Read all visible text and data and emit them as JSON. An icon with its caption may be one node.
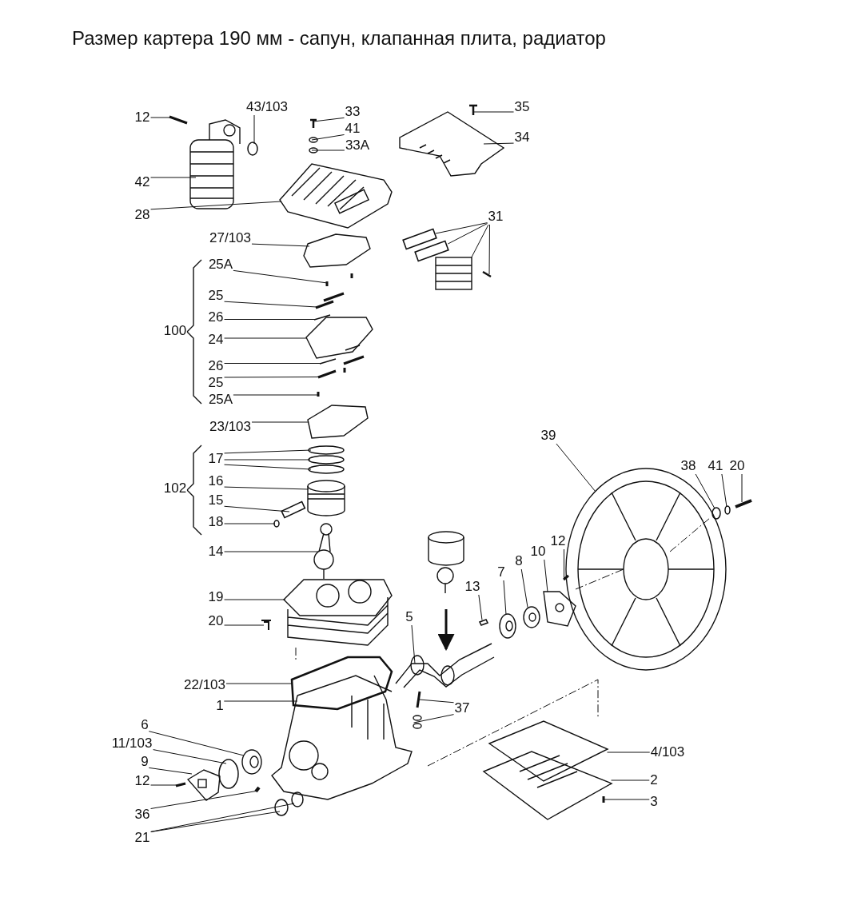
{
  "diagram": {
    "title": "Размер картера 190 мм - сапун, клапанная плита, радиатор",
    "nodes": [
      {
        "text": [
          "12"
        ]
      },
      {
        "text": [
          "43/103"
        ]
      },
      {
        "text": [
          "33"
        ]
      },
      {
        "text": [
          "41"
        ]
      },
      {
        "text": [
          "33A"
        ]
      },
      {
        "text": [
          "35"
        ]
      },
      {
        "text": [
          "34"
        ]
      },
      {
        "text": [
          "42"
        ]
      },
      {
        "text": [
          "28"
        ]
      },
      {
        "text": [
          "27/103"
        ]
      },
      {
        "text": [
          "31"
        ]
      },
      {
        "text": [
          "25A"
        ]
      },
      {
        "text": [
          "25"
        ]
      },
      {
        "text": [
          "26"
        ]
      },
      {
        "text": [
          "24"
        ]
      },
      {
        "text": [
          "26"
        ]
      },
      {
        "text": [
          "25"
        ]
      },
      {
        "text": [
          "25A"
        ]
      },
      {
        "text": [
          "23/103"
        ]
      },
      {
        "text": [
          "17"
        ]
      },
      {
        "text": [
          "16"
        ]
      },
      {
        "text": [
          "15"
        ]
      },
      {
        "text": [
          "18"
        ]
      },
      {
        "text": [
          "14"
        ]
      },
      {
        "text": [
          "19"
        ]
      },
      {
        "text": [
          "20"
        ]
      },
      {
        "text": [
          "22/103"
        ]
      },
      {
        "text": [
          "1"
        ]
      },
      {
        "text": [
          "6"
        ]
      },
      {
        "text": [
          "11/103"
        ]
      },
      {
        "text": [
          "9"
        ]
      },
      {
        "text": [
          "12"
        ]
      },
      {
        "text": [
          "36"
        ]
      },
      {
        "text": [
          "21"
        ]
      },
      {
        "text": [
          "5"
        ]
      },
      {
        "text": [
          "13"
        ]
      },
      {
        "text": [
          "7"
        ]
      },
      {
        "text": [
          "8"
        ]
      },
      {
        "text": [
          "10"
        ]
      },
      {
        "text": [
          "12"
        ]
      },
      {
        "text": [
          "39"
        ]
      },
      {
        "text": [
          "38"
        ]
      },
      {
        "text": [
          "41"
        ]
      },
      {
        "text": [
          "20"
        ]
      },
      {
        "text": [
          "37"
        ]
      },
      {
        "text": [
          "4/103"
        ]
      },
      {
        "text": [
          "2"
        ]
      },
      {
        "text": [
          "3"
        ]
      },
      {
        "text": [],
        "shape": "picture"
      },
      {
        "text": [],
        "shape": "picture"
      },
      {
        "text": [],
        "shape": "circle"
      },
      {
        "text": [],
        "shape": "picture"
      },
      {
        "text": [],
        "shape": "circle"
      },
      {
        "text": [],
        "shape": "circle"
      },
      {
        "text": [],
        "shape": "picture"
      },
      {
        "text": [],
        "shape": "picture"
      },
      {
        "text": [],
        "shape": "picture"
      },
      {
        "text": [],
        "shape": "box"
      },
      {
        "text": [],
        "shape": "box"
      },
      {
        "text": [],
        "shape": "picture"
      },
      {
        "text": [],
        "shape": "picture"
      },
      {
        "text": [],
        "shape": "picture"
      },
      {
        "text": [],
        "shape": "picture"
      },
      {
        "text": [],
        "shape": "picture"
      },
      {
        "text": [],
        "shape": "picture"
      },
      {
        "text": [],
        "shape": "picture"
      },
      {
        "text": [],
        "shape": "picture"
      },
      {
        "text": [],
        "shape": "picture"
      },
      {
        "text": [],
        "shape": "picture"
      },
      {
        "text": [],
        "shape": "picture"
      },
      {
        "text": [],
        "shape": "circle"
      },
      {
        "text": [],
        "shape": "circle"
      },
      {
        "text": [],
        "shape": "circle"
      },
      {
        "text": [],
        "shape": "picture"
      },
      {
        "text": [],
        "shape": "box"
      },
      {
        "text": [],
        "shape": "circle"
      },
      {
        "text": [],
        "shape": "picture"
      },
      {
        "text": [],
        "shape": "picture"
      },
      {
        "text": [],
        "shape": "picture"
      },
      {
        "text": [],
        "shape": "picture"
      },
      {
        "text": [],
        "shape": "picture"
      },
      {
        "text": [],
        "shape": "picture"
      },
      {
        "text": [],
        "shape": "circle"
      },
      {
        "text": [],
        "shape": "picture"
      },
      {
        "text": [],
        "shape": "picture"
      },
      {
        "text": [],
        "shape": "picture"
      },
      {
        "text": [],
        "shape": "circle"
      },
      {
        "text": [],
        "shape": "circle"
      },
      {
        "text": [],
        "shape": "picture"
      },
      {
        "text": [],
        "shape": "box"
      },
      {
        "text": [],
        "shape": "picture"
      },
      {
        "text": [],
        "shape": "picture"
      },
      {
        "text": [],
        "shape": "picture"
      },
      {
        "text": [],
        "shape": "picture"
      },
      {
        "text": [],
        "shape": "picture"
      },
      {
        "text": [],
        "shape": "circle"
      },
      {
        "text": [],
        "shape": "circle"
      },
      {
        "text": [],
        "shape": "picture"
      },
      {
        "text": [],
        "shape": "picture"
      },
      {
        "text": [],
        "shape": "picture"
      },
      {
        "text": [],
        "shape": "picture"
      },
      {
        "text": [],
        "shape": "picture"
      },
      {
        "text": [],
        "shape": "picture"
      },
      {
        "text": [
          "100"
        ]
      },
      {
        "text": [
          "102"
        ]
      }
    ],
    "edges": [
      {
        "from": 0,
        "to": 48,
        "arrow": "none"
      },
      {
        "from": 1,
        "to": 50,
        "arrow": "none"
      },
      {
        "from": 2,
        "to": 51,
        "arrow": "none"
      },
      {
        "from": 3,
        "to": 52,
        "arrow": "none"
      },
      {
        "from": 4,
        "to": 53,
        "arrow": "none"
      },
      {
        "from": 5,
        "to": 55,
        "arrow": "none"
      },
      {
        "from": 6,
        "to": 56,
        "arrow": "none"
      },
      {
        "from": 7,
        "to": 49,
        "arrow": "none"
      },
      {
        "from": 8,
        "to": 54,
        "arrow": "none"
      },
      {
        "from": 9,
        "to": 61,
        "arrow": "none"
      },
      {
        "from": 10,
        "to": 57,
        "arrow": "none"
      },
      {
        "from": 10,
        "to": 58,
        "arrow": "none"
      },
      {
        "from": 10,
        "to": 59,
        "arrow": "none"
      },
      {
        "from": 10,
        "to": 60,
        "arrow": "none"
      },
      {
        "from": 11,
        "to": 62,
        "arrow": "none"
      },
      {
        "from": 12,
        "to": 63,
        "arrow": "none"
      },
      {
        "from": 13,
        "to": 64,
        "arrow": "none"
      },
      {
        "from": 14,
        "to": 65,
        "arrow": "none"
      },
      {
        "from": 15,
        "to": 66,
        "arrow": "none"
      },
      {
        "from": 16,
        "to": 67,
        "arrow": "none"
      },
      {
        "from": 17,
        "to": 68,
        "arrow": "none"
      },
      {
        "from": 18,
        "to": 69,
        "arrow": "none"
      },
      {
        "from": 19,
        "to": 70,
        "arrow": "none"
      },
      {
        "from": 19,
        "to": 71,
        "arrow": "none"
      },
      {
        "from": 19,
        "to": 72,
        "arrow": "none"
      },
      {
        "from": 20,
        "to": 73,
        "arrow": "none"
      },
      {
        "from": 21,
        "to": 74,
        "arrow": "none"
      },
      {
        "from": 22,
        "to": 75,
        "arrow": "none"
      },
      {
        "from": 23,
        "to": 76,
        "arrow": "none"
      },
      {
        "from": 24,
        "to": 77,
        "arrow": "none"
      },
      {
        "from": 25,
        "to": 78,
        "arrow": "none"
      },
      {
        "from": 26,
        "to": 79,
        "arrow": "none"
      },
      {
        "from": 27,
        "to": 80,
        "arrow": "none"
      },
      {
        "from": 28,
        "to": 81,
        "arrow": "none"
      },
      {
        "from": 29,
        "to": 82,
        "arrow": "none"
      },
      {
        "from": 30,
        "to": 83,
        "arrow": "none"
      },
      {
        "from": 31,
        "to": 84,
        "arrow": "none"
      },
      {
        "from": 32,
        "to": 85,
        "arrow": "none"
      },
      {
        "from": 33,
        "to": 86,
        "arrow": "none"
      },
      {
        "from": 33,
        "to": 87,
        "arrow": "none"
      },
      {
        "from": 34,
        "to": 88,
        "arrow": "none"
      },
      {
        "from": 35,
        "to": 89,
        "arrow": "none"
      },
      {
        "from": 36,
        "to": 90,
        "arrow": "none"
      },
      {
        "from": 37,
        "to": 91,
        "arrow": "none"
      },
      {
        "from": 38,
        "to": 92,
        "arrow": "none"
      },
      {
        "from": 39,
        "to": 93,
        "arrow": "none"
      },
      {
        "from": 40,
        "to": 94,
        "arrow": "none"
      },
      {
        "from": 41,
        "to": 95,
        "arrow": "none"
      },
      {
        "from": 42,
        "to": 96,
        "arrow": "none"
      },
      {
        "from": 43,
        "to": 97,
        "arrow": "none"
      },
      {
        "from": 44,
        "to": 98,
        "arrow": "none"
      },
      {
        "from": 44,
        "to": 99,
        "arrow": "none"
      },
      {
        "from": 45,
        "to": 100,
        "arrow": "none"
      },
      {
        "from": 46,
        "to": 101,
        "arrow": "none"
      },
      {
        "from": 47,
        "to": 102,
        "arrow": "none"
      }
    ]
  }
}
